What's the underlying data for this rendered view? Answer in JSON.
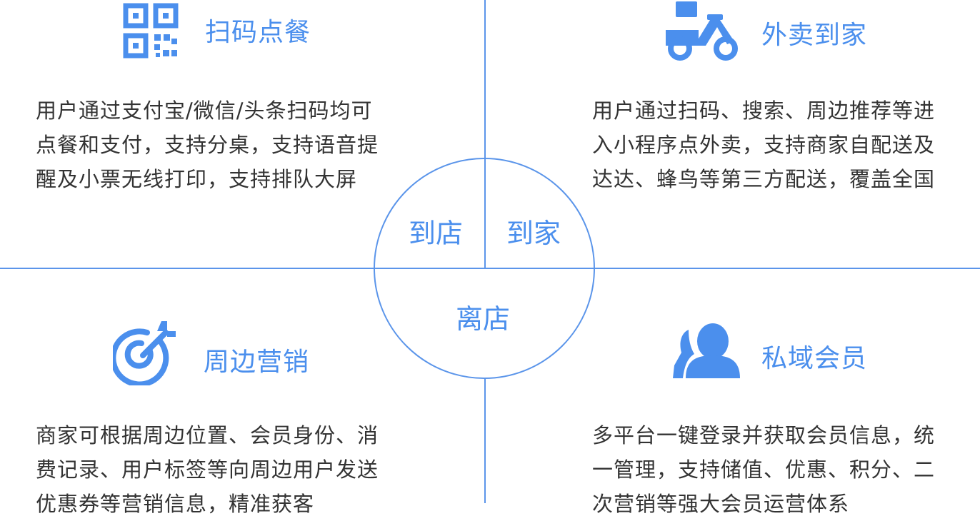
{
  "colors": {
    "accent": "#4b8fed",
    "line": "#5b95ea",
    "text": "#333333"
  },
  "circle": {
    "top_left": "到店",
    "top_right": "到家",
    "bottom": "离店"
  },
  "quadrants": {
    "scan_order": {
      "icon": "qr-code-icon",
      "title": "扫码点餐",
      "lines": [
        "用户通过支付宝/微信/头条扫码均可",
        "点餐和支付，支持分桌，支持语音提",
        "醒及小票无线打印，支持排队大屏"
      ]
    },
    "delivery": {
      "icon": "scooter-icon",
      "title": "外卖到家",
      "lines": [
        "用户通过扫码、搜索、周边推荐等进",
        "入小程序点外卖，支持商家自配送及",
        "达达、蜂鸟等第三方配送，覆盖全国"
      ]
    },
    "marketing": {
      "icon": "target-icon",
      "title": "周边营销",
      "lines": [
        "商家可根据周边位置、会员身份、消",
        "费记录、用户标签等向周边用户发送",
        "优惠券等营销信息，精准获客"
      ]
    },
    "membership": {
      "icon": "user-icon",
      "title": "私域会员",
      "lines": [
        "多平台一键登录并获取会员信息，统",
        "一管理，支持储值、优惠、积分、二",
        "次营销等强大会员运营体系"
      ]
    }
  }
}
